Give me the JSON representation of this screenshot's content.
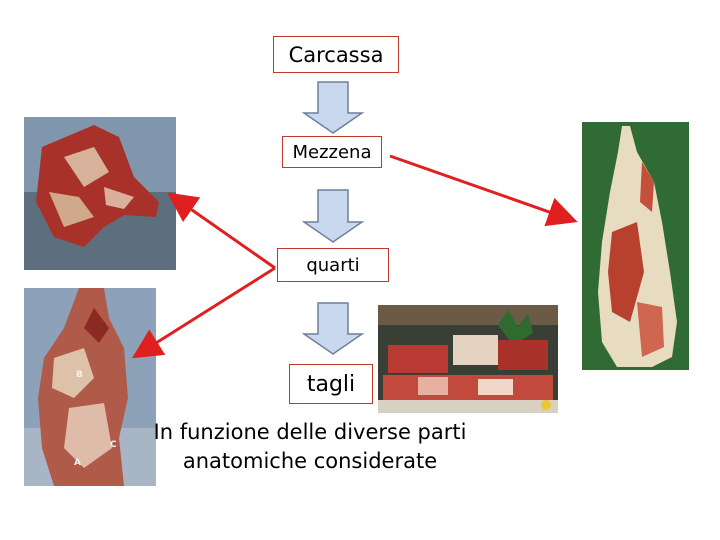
{
  "flow": {
    "carcassa": "Carcassa",
    "mezzena": "Mezzena",
    "quarti": "quarti",
    "tagli": "tagli"
  },
  "caption": {
    "line1": "In funzione delle diverse parti",
    "line2": "anatomiche considerate"
  },
  "photo_letters": [
    "B",
    "C",
    "A"
  ],
  "colors": {
    "box_border": "#c0392b",
    "down_arrow_fill": "#c9d7ef",
    "down_arrow_stroke": "#6d7f9e",
    "pointer_arrow": "#e02020",
    "meat_red": "#a8322a",
    "fat_cream": "#e8dcc0"
  }
}
